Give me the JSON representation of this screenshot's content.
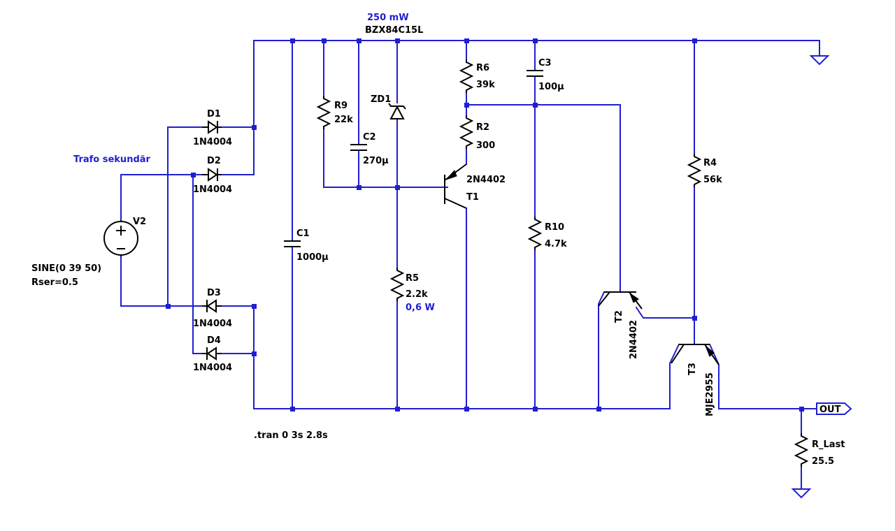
{
  "components": {
    "D1": {
      "name": "D1",
      "model": "1N4004"
    },
    "D2": {
      "name": "D2",
      "model": "1N4004"
    },
    "D3": {
      "name": "D3",
      "model": "1N4004"
    },
    "D4": {
      "name": "D4",
      "model": "1N4004"
    },
    "V2": {
      "name": "V2",
      "spec1": "SINE(0 39 50)",
      "spec2": "Rser=0.5"
    },
    "C1": {
      "name": "C1",
      "value": "1000µ"
    },
    "R9": {
      "name": "R9",
      "value": "22k"
    },
    "C2": {
      "name": "C2",
      "value": "270µ"
    },
    "ZD1": {
      "name": "ZD1",
      "model": "BZX84C15L",
      "power": "250 mW"
    },
    "R5": {
      "name": "R5",
      "value": "2.2k",
      "power": "0,6 W"
    },
    "R6": {
      "name": "R6",
      "value": "39k"
    },
    "R2": {
      "name": "R2",
      "value": "300"
    },
    "T1": {
      "name": "T1",
      "model": "2N4402"
    },
    "C3": {
      "name": "C3",
      "value": "100µ"
    },
    "R10": {
      "name": "R10",
      "value": "4.7k"
    },
    "T2": {
      "name": "T2",
      "model": "2N4402"
    },
    "R4": {
      "name": "R4",
      "value": "56k"
    },
    "T3": {
      "name": "T3",
      "model": "MJE2955"
    },
    "RLast": {
      "name": "R_Last",
      "value": "25.5"
    }
  },
  "labels": {
    "trafo": "Trafo sekundär",
    "out": "OUT",
    "directive": ".tran 0 3s 2.8s"
  },
  "colors": {
    "wire": "#1f1fd0",
    "component": "#000000",
    "annotation": "#1f1fd0"
  }
}
